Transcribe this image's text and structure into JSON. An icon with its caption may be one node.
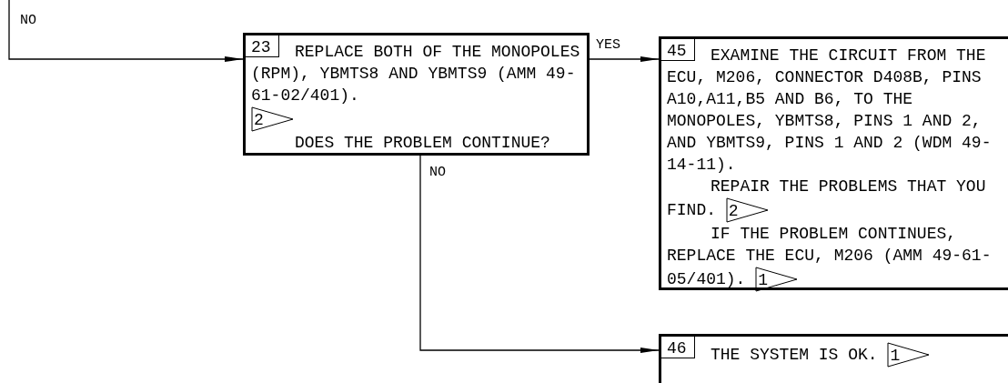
{
  "diagram": {
    "nodes": [
      {
        "text": [
          "23",
          "REPLACE BOTH OF THE MONOPOLES (RPM), YBMTS8 AND YBMTS9 (AMM 49-61-02/401).",
          "DOES THE PROBLEM CONTINUE?"
        ]
      },
      {
        "text": [
          "45",
          "EXAMINE THE CIRCUIT FROM THE ECU, M206, CONNECTOR D408B, PINS A10,A11,B5 AND B6, TO THE MONOPOLES, YBMTS8, PINS 1 AND 2, AND YBMTS9, PINS 1 AND 2 (WDM 49-14-11).",
          "REPAIR THE PROBLEMS THAT YOU FIND.",
          "IF THE PROBLEM CONTINUES, REPLACE THE ECU, M206 (AMM 49-61-05/401)."
        ]
      },
      {
        "text": [
          "2"
        ],
        "in": 0
      },
      {
        "text": [
          "2"
        ],
        "in": 1
      },
      {
        "text": [
          "1"
        ],
        "in": 1
      },
      {
        "text": [
          "46",
          "THE SYSTEM IS OK."
        ]
      },
      {
        "text": [
          "1"
        ],
        "in": 5
      }
    ],
    "edges": [
      {
        "from": null,
        "to": 0,
        "arrow": "to",
        "label": "NO"
      },
      {
        "from": 0,
        "to": 1,
        "arrow": "to",
        "label": "YES"
      },
      {
        "from": 0,
        "to": 5,
        "arrow": "to",
        "label": "NO"
      }
    ]
  }
}
